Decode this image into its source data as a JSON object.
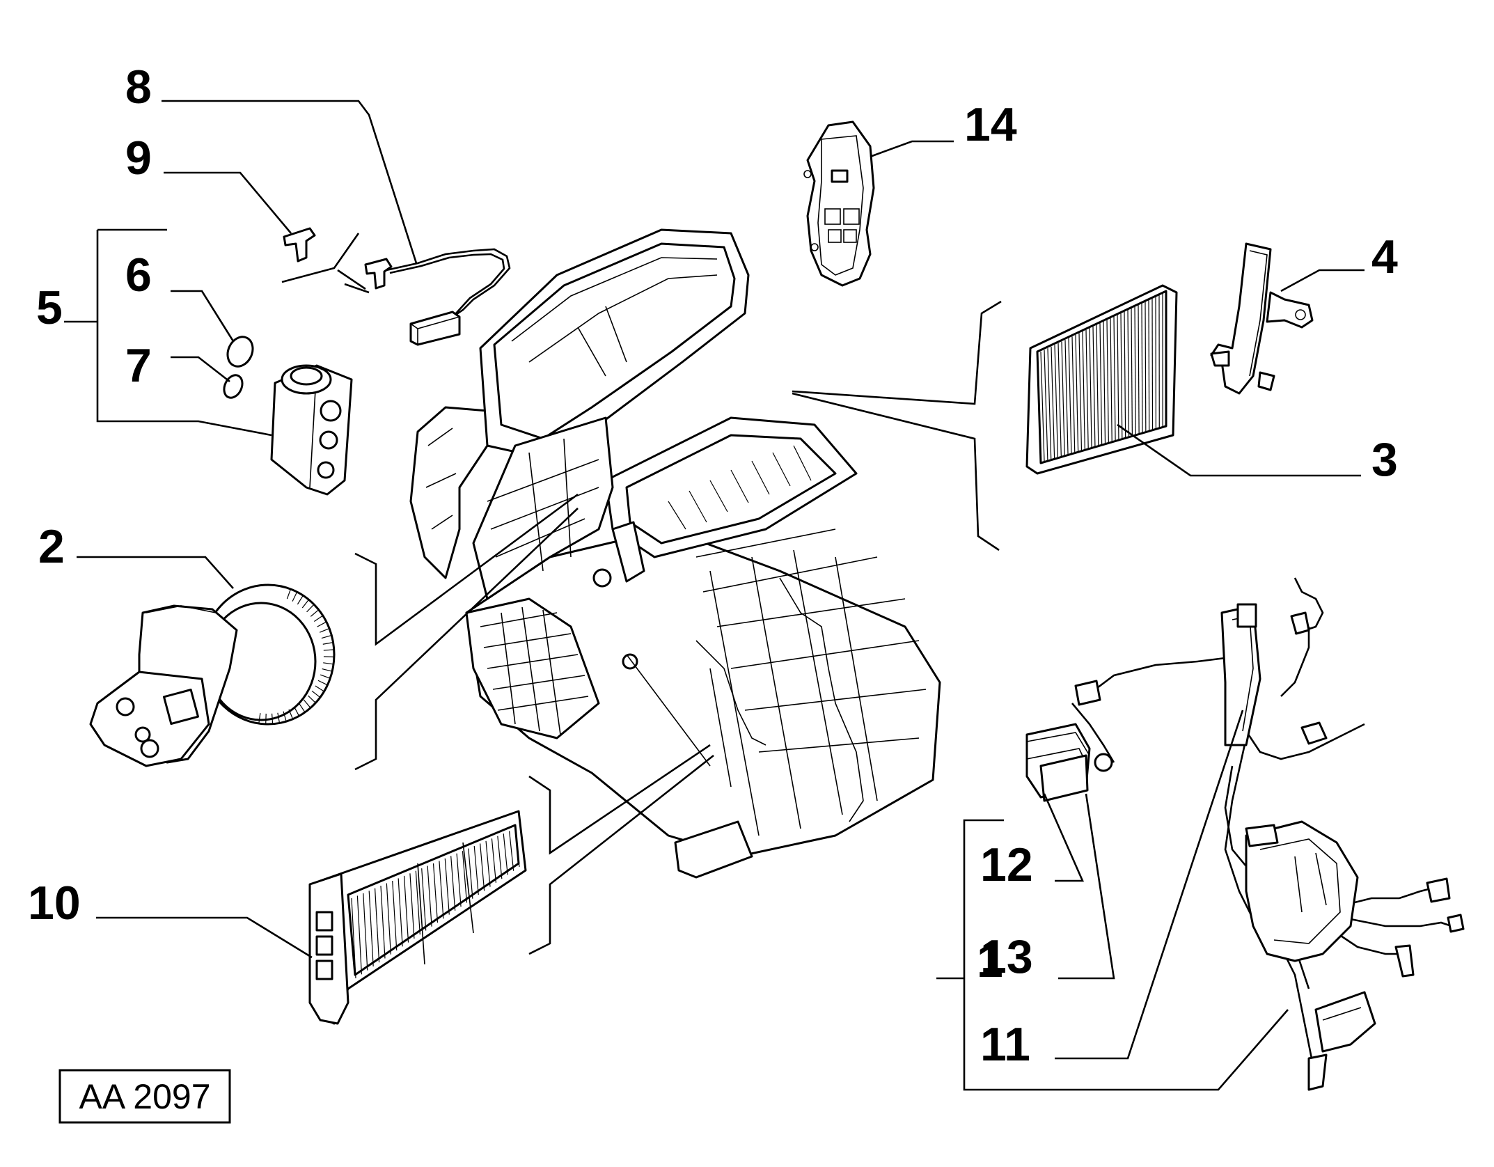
{
  "diagram": {
    "reference_code": "AA 2097",
    "callouts": [
      {
        "id": "c1",
        "label": "1",
        "part": "wiring-harness-assembly"
      },
      {
        "id": "c2",
        "label": "2",
        "part": "blower-motor"
      },
      {
        "id": "c3",
        "label": "3",
        "part": "cabin-air-filter"
      },
      {
        "id": "c4",
        "label": "4",
        "part": "filter-cover"
      },
      {
        "id": "c5",
        "label": "5",
        "part": "expansion-valve-kit"
      },
      {
        "id": "c6",
        "label": "6",
        "part": "o-ring-large"
      },
      {
        "id": "c7",
        "label": "7",
        "part": "o-ring-small"
      },
      {
        "id": "c8",
        "label": "8",
        "part": "temperature-sensor-with-cable"
      },
      {
        "id": "c9",
        "label": "9",
        "part": "sensor-clip"
      },
      {
        "id": "c10",
        "label": "10",
        "part": "heater-core"
      },
      {
        "id": "c11",
        "label": "11",
        "part": "main-wiring-harness"
      },
      {
        "id": "c12",
        "label": "12",
        "part": "connector-block"
      },
      {
        "id": "c13",
        "label": "13",
        "part": "connector-block-lower"
      },
      {
        "id": "c14",
        "label": "14",
        "part": "blower-resistor-module"
      }
    ]
  }
}
